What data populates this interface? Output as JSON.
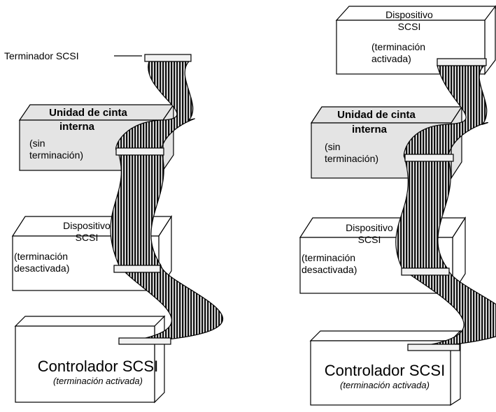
{
  "left": {
    "terminator_label": "Terminador SCSI",
    "tape": {
      "line1": "Unidad de cinta",
      "line2": "interna",
      "line3": "(sin",
      "line4": "terminación)"
    },
    "device": {
      "line1": "Dispositivo",
      "line2": "SCSI",
      "line3": "(terminación",
      "line4": "desactivada)"
    },
    "controller": {
      "title": "Controlador SCSI",
      "subtitle": "(terminación activada)"
    }
  },
  "right": {
    "top_device": {
      "line1": "Dispositivo",
      "line2": "SCSI",
      "line3": "(terminación",
      "line4": "activada)"
    },
    "tape": {
      "line1": "Unidad de cinta",
      "line2": "interna",
      "line3": "(sin",
      "line4": "terminación)"
    },
    "device": {
      "line1": "Dispositivo",
      "line2": "SCSI",
      "line3": "(terminación",
      "line4": "desactivada)"
    },
    "controller": {
      "title": "Controlador SCSI",
      "subtitle": "(terminación activada)"
    }
  },
  "colors": {
    "gray_box": "#e4e4e4",
    "white_box": "#ffffff",
    "stroke": "#000000"
  }
}
